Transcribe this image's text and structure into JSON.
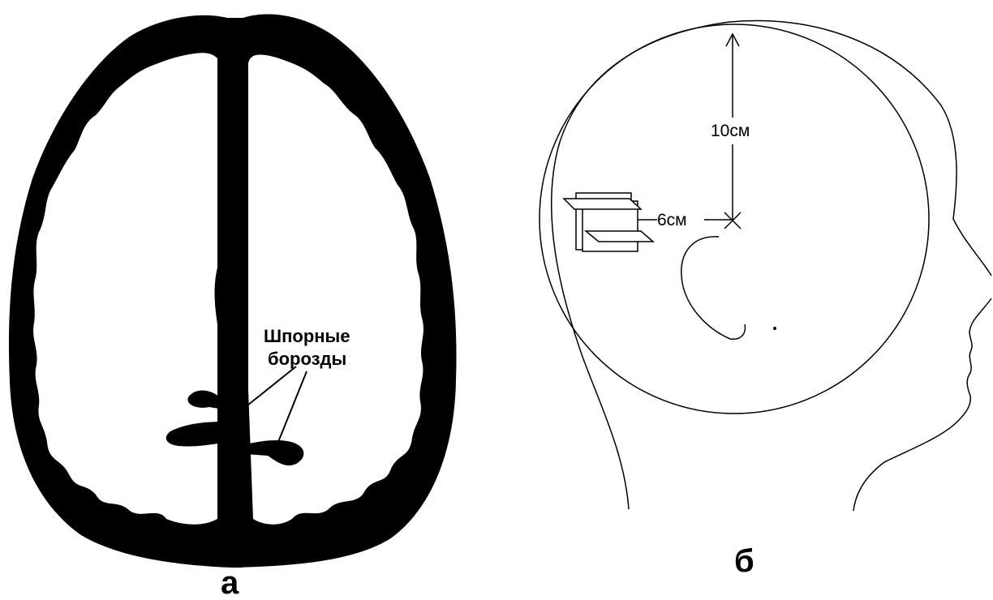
{
  "figure": {
    "panel_a": {
      "annotation_line1": "Шпорные",
      "annotation_line2": "борозды",
      "panel_label": "а"
    },
    "panel_b": {
      "vertical_dimension": "10см",
      "horizontal_dimension": "6см",
      "panel_label": "б"
    }
  },
  "colors": {
    "ink": "#000000",
    "background": "#ffffff",
    "gray_matter": "#000000"
  }
}
